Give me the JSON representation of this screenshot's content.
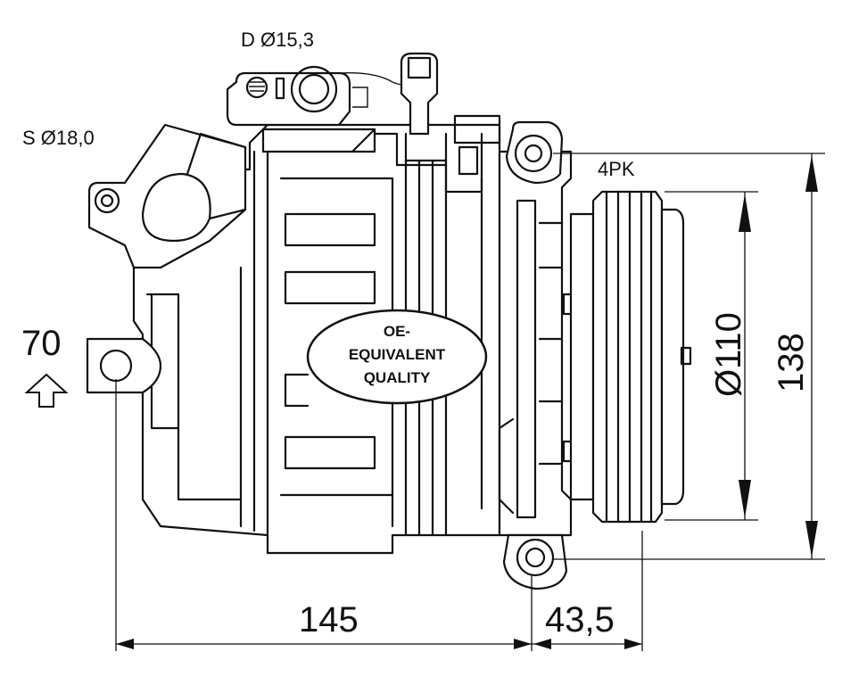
{
  "labels": {
    "discharge_port": "D Ø15,3",
    "suction_port": "S Ø18,0",
    "pulley_type": "4PK",
    "mount_offset": "70",
    "pulley_diameter": "Ø110",
    "overall_height": "138",
    "body_length": "145",
    "pulley_length": "43,5"
  },
  "badge": {
    "line1": "OE-",
    "line2": "EQUIVALENT",
    "line3": "QUALITY"
  }
}
